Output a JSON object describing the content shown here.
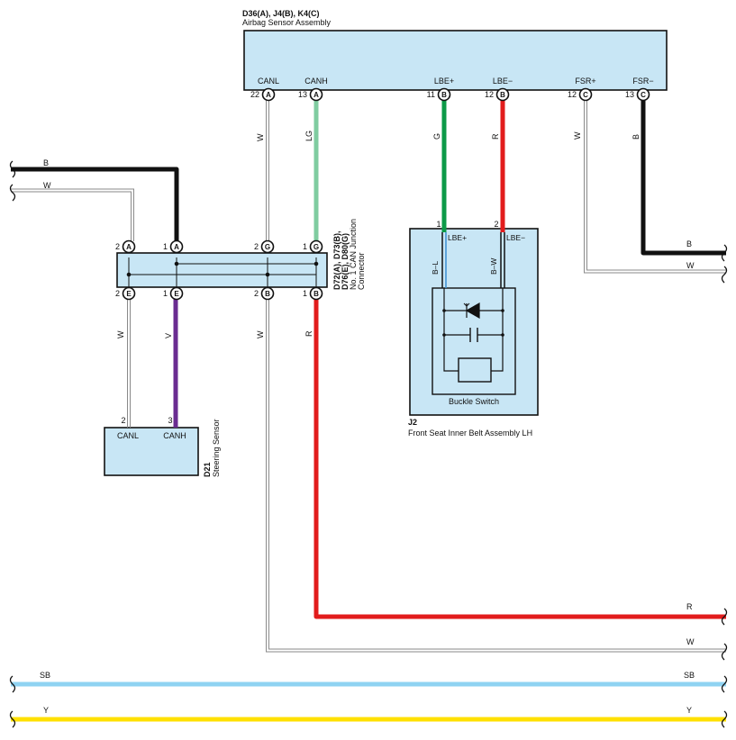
{
  "airbag_sensor": {
    "id": "D36(A), J4(B), K4(C)",
    "name": "Airbag Sensor Assembly",
    "terminals": [
      {
        "label": "CANL",
        "num": "22",
        "conn": "A"
      },
      {
        "label": "CANH",
        "num": "13",
        "conn": "A"
      },
      {
        "label": "LBE+",
        "num": "11",
        "conn": "B"
      },
      {
        "label": "LBE−",
        "num": "12",
        "conn": "B"
      },
      {
        "label": "FSR+",
        "num": "12",
        "conn": "C"
      },
      {
        "label": "FSR−",
        "num": "13",
        "conn": "C"
      }
    ]
  },
  "junction": {
    "id_line1": "D72(A), D73(B),",
    "id_line2": "D76(E), D80(G)",
    "name_line1": "No. 1 CAN Junction",
    "name_line2": "Connector",
    "top_pins": [
      {
        "num": "2",
        "conn": "A"
      },
      {
        "num": "1",
        "conn": "A"
      },
      {
        "num": "2",
        "conn": "G"
      },
      {
        "num": "1",
        "conn": "G"
      }
    ],
    "bottom_pins": [
      {
        "num": "2",
        "conn": "E"
      },
      {
        "num": "1",
        "conn": "E"
      },
      {
        "num": "2",
        "conn": "B"
      },
      {
        "num": "1",
        "conn": "B"
      }
    ]
  },
  "buckle": {
    "id": "J2",
    "name": "Front Seat Inner Belt Assembly LH",
    "switch_label": "Buckle Switch",
    "pin1": "1",
    "pin2": "2",
    "label_plus": "LBE+",
    "label_minus": "LBE−",
    "wire1": "B–L",
    "wire2": "B–W"
  },
  "steering": {
    "id": "D21",
    "name": "Steering Sensor",
    "pin_canl_num": "2",
    "pin_canh_num": "3",
    "canl": "CANL",
    "canh": "CANH"
  },
  "wire_labels": {
    "b_top_left": "B",
    "w_top_left": "W",
    "w_22a": "W",
    "lg_13a": "LG",
    "g_11b": "G",
    "r_12b": "R",
    "w_12c": "W",
    "b_13c": "B",
    "b_right": "B",
    "w_right": "W",
    "w_2e": "W",
    "v_1e": "V",
    "w_2b": "W",
    "r_1b": "R",
    "r_bottom": "R",
    "w_bottom": "W",
    "sb_left": "SB",
    "sb_right": "SB",
    "y_left": "Y",
    "y_right": "Y"
  },
  "colors": {
    "B": "#111111",
    "W": "#9a9a9a",
    "LG": "#7fcca0",
    "G": "#0c9a48",
    "R": "#e21c1c",
    "V": "#6a2c91",
    "SB": "#8fd3f2",
    "Y": "#ffe000",
    "box_fill": "#c8e6f5"
  }
}
